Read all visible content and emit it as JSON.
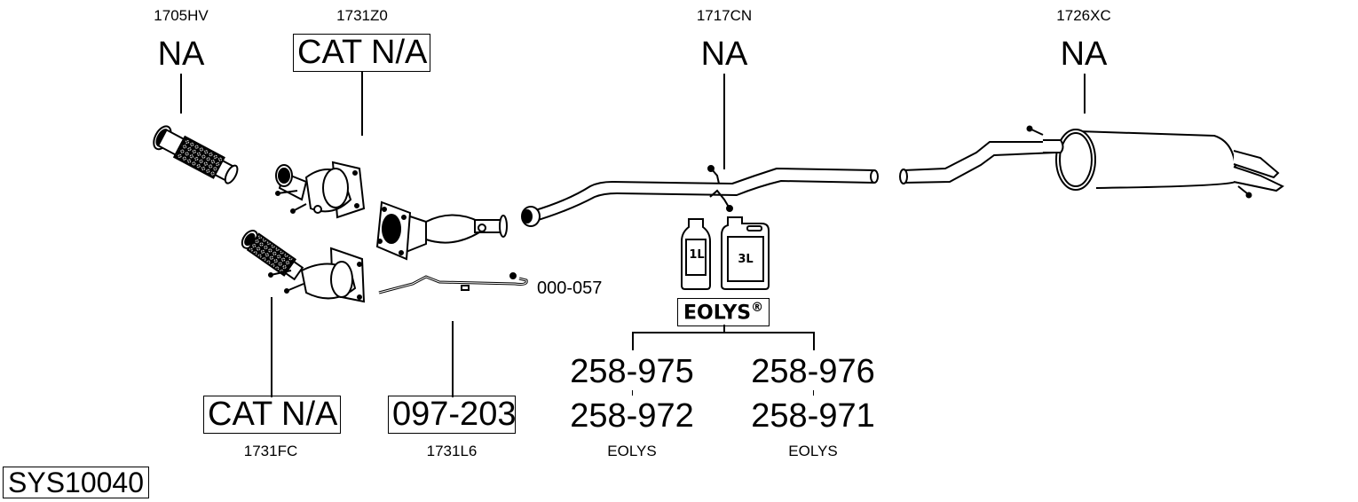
{
  "diagram_id": "SYS10040",
  "parts": [
    {
      "code": "1705HV",
      "ref": "NA",
      "boxed": false,
      "name": "flexible pipe"
    },
    {
      "code": "1731Z0",
      "ref": "CAT N/A",
      "boxed": true,
      "name": "catalytic converter"
    },
    {
      "code": "1717CN",
      "ref": "NA",
      "boxed": false,
      "name": "middle pipe"
    },
    {
      "code": "1726XC",
      "ref": "NA",
      "boxed": false,
      "name": "rear silencer"
    },
    {
      "code": "1731FC",
      "ref": "CAT N/A",
      "boxed": true,
      "name": "catalytic converter with flex"
    },
    {
      "code": "1731L6",
      "ref": "097-203",
      "boxed": true,
      "name": "particulate filter"
    }
  ],
  "sensor_pipe": {
    "ref": "000-057"
  },
  "eolys": {
    "brand": "EOLYS",
    "registered": "®",
    "bottles": [
      {
        "label": "1L"
      },
      {
        "label": "3L"
      }
    ],
    "groups": [
      {
        "refs": [
          "258-975",
          "258-972"
        ],
        "caption": "EOLYS"
      },
      {
        "refs": [
          "258-976",
          "258-971"
        ],
        "caption": "EOLYS"
      }
    ]
  },
  "colors": {
    "line": "#000000",
    "background": "#ffffff"
  }
}
